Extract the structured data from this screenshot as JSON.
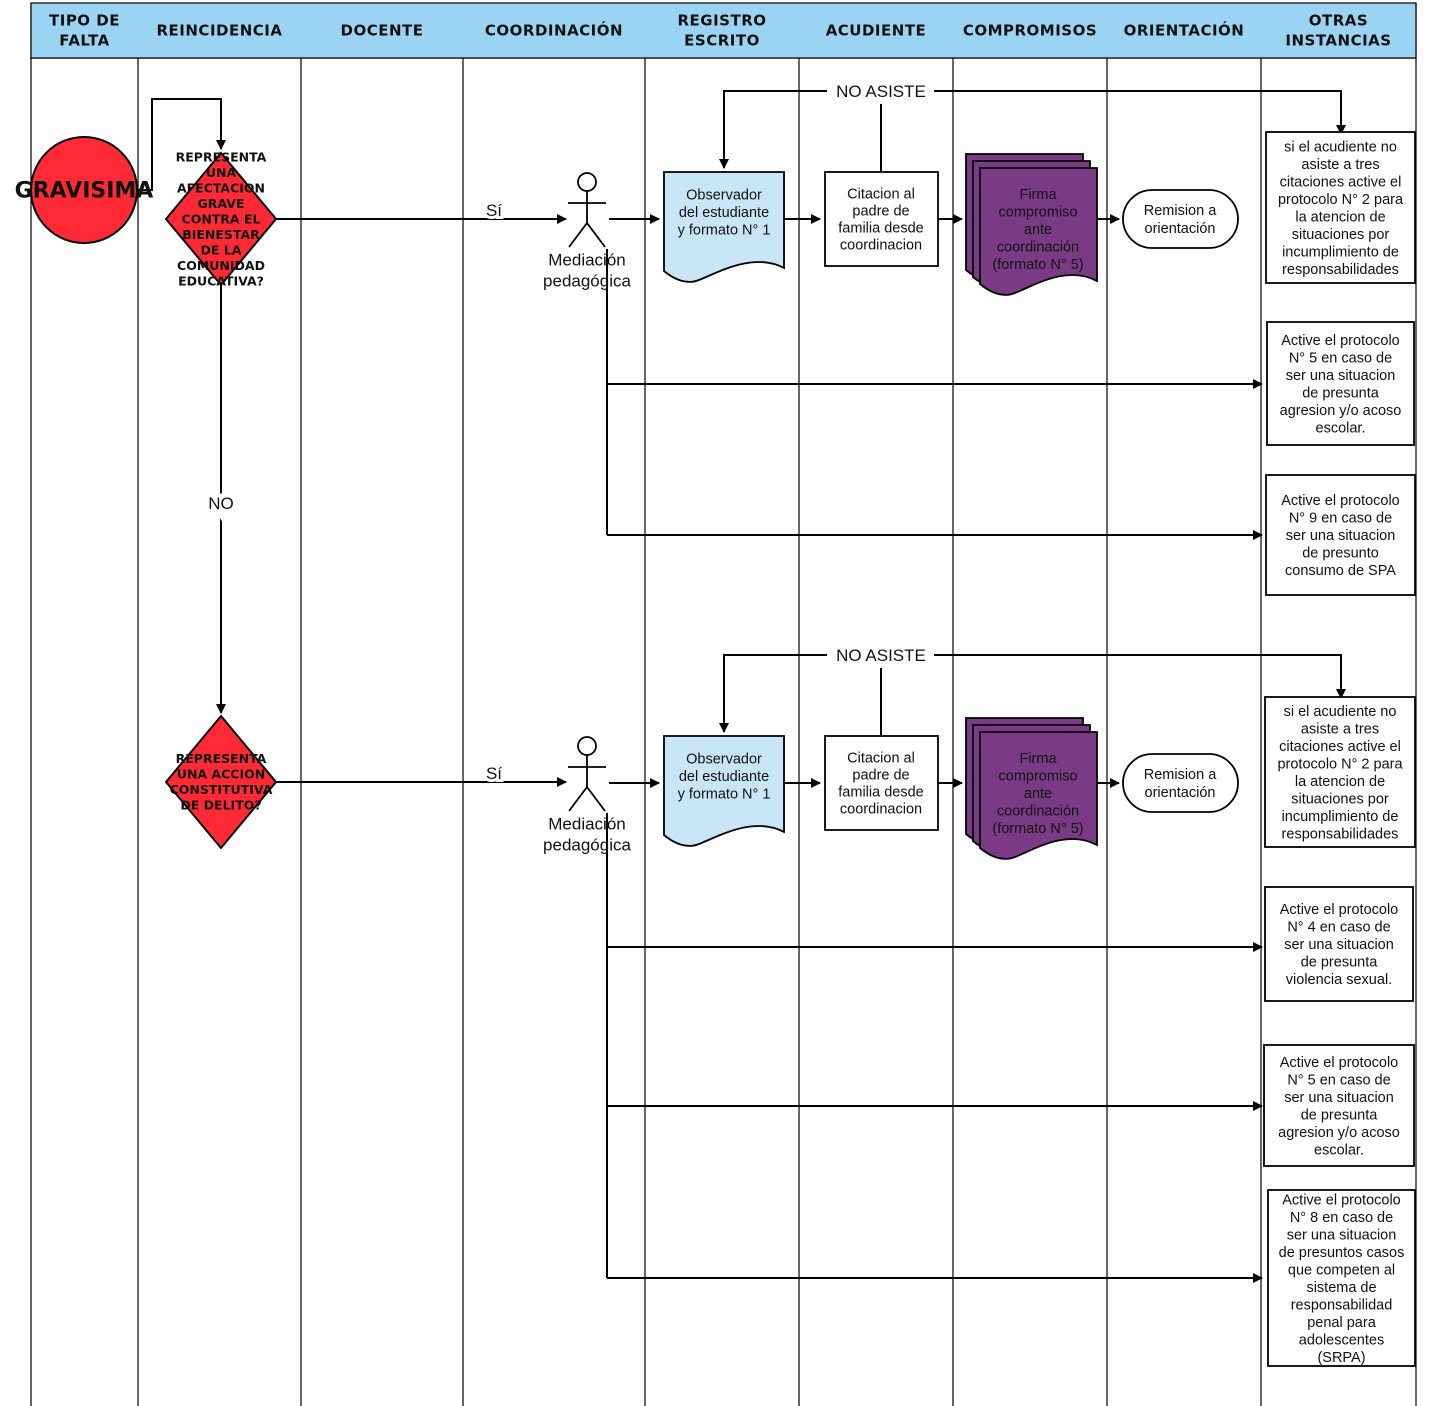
{
  "header": {
    "columns": [
      {
        "lines": [
          "TIPO DE",
          "FALTA"
        ]
      },
      {
        "lines": [
          "REINCIDENCIA"
        ]
      },
      {
        "lines": [
          "DOCENTE"
        ]
      },
      {
        "lines": [
          "COORDINACIÓN"
        ]
      },
      {
        "lines": [
          "REGISTRO",
          "ESCRITO"
        ]
      },
      {
        "lines": [
          "ACUDIENTE"
        ]
      },
      {
        "lines": [
          "COMPROMISOS"
        ]
      },
      {
        "lines": [
          "ORIENTACIÓN"
        ]
      },
      {
        "lines": [
          "OTRAS",
          "INSTANCIAS"
        ]
      }
    ],
    "fill": "#9bd3f3"
  },
  "colors": {
    "decision": "#ff2a36",
    "document": "#c9e6f9",
    "commitment": "#7a3a86",
    "commitment_text": "#ece0ef",
    "line": "#000000"
  },
  "start": {
    "label": "GRAVISIMA"
  },
  "decisions": [
    {
      "lines": [
        "REPRESENTA",
        "UNA",
        "AFECTACION",
        "GRAVE",
        "CONTRA EL",
        "BIENESTAR",
        "DE LA",
        "COMUNIDAD",
        "EDUCATIVA?"
      ]
    },
    {
      "lines": [
        "REPRESENTA",
        "UNA ACCION",
        "CONSTITUTIVA",
        "DE DELITO?"
      ]
    }
  ],
  "labels": {
    "yes": "Sí",
    "no": "NO",
    "no_asiste": "NO ASISTE"
  },
  "actor": {
    "lines": [
      "Mediación",
      "pedagógica"
    ]
  },
  "document": {
    "lines": [
      "Observador",
      "del estudiante",
      "y formato N° 1"
    ]
  },
  "citacion": {
    "lines": [
      "Citacion al",
      "padre de",
      "familia desde",
      "coordinacion"
    ]
  },
  "compromiso": {
    "lines": [
      "Firma",
      "compromiso",
      "ante",
      "coordinación",
      "(formato N° 5)"
    ]
  },
  "remision": {
    "lines": [
      "Remision a",
      "orientación"
    ]
  },
  "instancias": {
    "top": [
      {
        "lines": [
          "si el acudiente no",
          "asiste a tres",
          "citaciones active el",
          "protocolo N° 2 para",
          "la atencion de",
          "situaciones por",
          "incumplimiento de",
          "responsabilidades"
        ]
      },
      {
        "lines": [
          "Active el protocolo",
          "N° 5 en caso de",
          "ser una situacion",
          "de presunta",
          "agresion y/o acoso",
          "escolar."
        ]
      },
      {
        "lines": [
          "Active el protocolo",
          "N° 9 en caso de",
          "ser una situacion",
          "de presunto",
          "consumo de SPA"
        ]
      }
    ],
    "bottom": [
      {
        "lines": [
          "si el acudiente no",
          "asiste a tres",
          "citaciones active el",
          "protocolo N° 2 para",
          "la atencion de",
          "situaciones por",
          "incumplimiento de",
          "responsabilidades"
        ]
      },
      {
        "lines": [
          "Active el protocolo",
          "N° 4 en caso de",
          "ser una situacion",
          "de presunta",
          "violencia sexual."
        ]
      },
      {
        "lines": [
          "Active el protocolo",
          "N° 5 en caso de",
          "ser una situacion",
          "de presunta",
          "agresion y/o acoso",
          "escolar."
        ]
      },
      {
        "lines": [
          "Active el protocolo",
          "N° 8 en caso de",
          "ser una situacion",
          "de presuntos casos",
          "que competen al",
          "sistema de",
          "responsabilidad",
          "penal para",
          "adolescentes",
          "(SRPA)"
        ]
      }
    ]
  }
}
